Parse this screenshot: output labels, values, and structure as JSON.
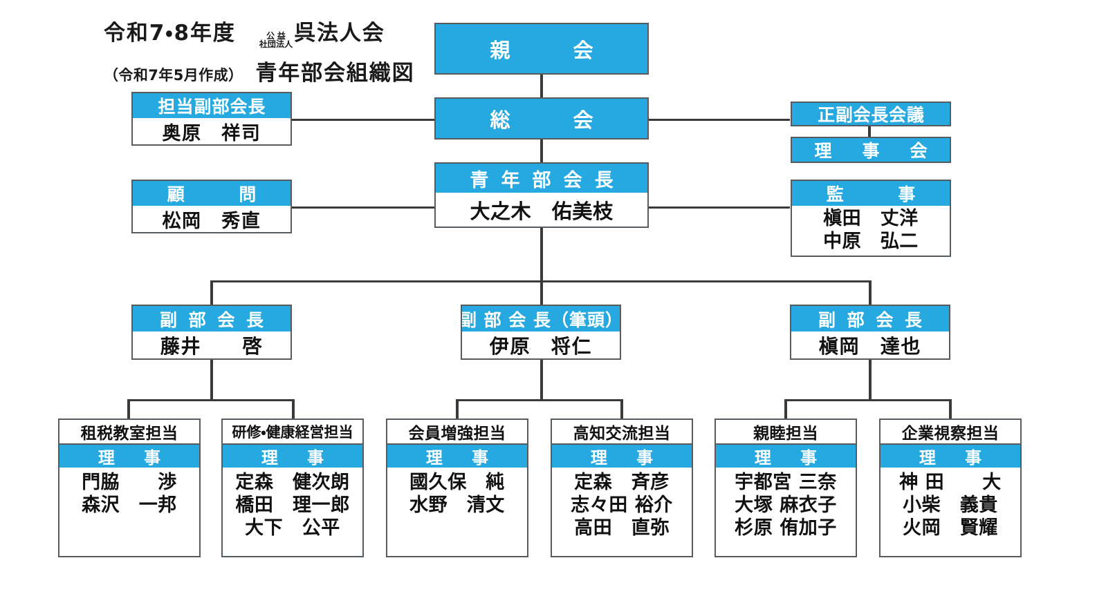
{
  "title": {
    "line1_main": "令和7・8年度",
    "org_ruby_top": "公益",
    "org_ruby_bottom": "社団法人",
    "org_name": "呉法人会",
    "line2_note": "（令和7年5月作成）",
    "line2_main": "青年部会組織図"
  },
  "colors": {
    "accent_blue": "#26a9e0",
    "border_gray": "#555b5e",
    "line_gray": "#3a3a3a",
    "text_black": "#111111",
    "header_text": "#ffffff"
  },
  "nodes": {
    "oyakai": {
      "header": "親　　会"
    },
    "soukai": {
      "header": "総　　会"
    },
    "seinenbukaicho": {
      "header": "青 年 部 会 長",
      "name": "大之木　佑美枝"
    },
    "tantou_fukubukaicho": {
      "header": "担当副部会長",
      "name": "奥原　祥司"
    },
    "komon": {
      "header": "顧　　問",
      "name": "松岡　秀直"
    },
    "seifuku_kaichou_kaigi": {
      "header": "正副会長会議"
    },
    "rijikai": {
      "header": "理　事　会"
    },
    "kanji": {
      "header": "監　　事",
      "names": [
        "槇田　丈洋",
        "中原　弘二"
      ]
    }
  },
  "vice_chairs": [
    {
      "header": "副 部 会 長",
      "name": "藤井　　啓"
    },
    {
      "header": "副 部 会 長（筆頭）",
      "name": "伊原　将仁"
    },
    {
      "header": "副 部 会 長",
      "name": "槇岡　達也"
    }
  ],
  "committees": [
    {
      "title": "租税教室担当",
      "role": "理　事",
      "members": [
        "門脇　　渉",
        "森沢　一邦"
      ]
    },
    {
      "title": "研修・健康経営担当",
      "role": "理　事",
      "members": [
        "定森　健次朗",
        "橋田　理一郎",
        "大下　公平"
      ]
    },
    {
      "title": "会員増強担当",
      "role": "理　事",
      "members": [
        "國久保　純",
        "水野　清文"
      ]
    },
    {
      "title": "高知交流担当",
      "role": "理　事",
      "members": [
        "定森　斉彦",
        "志々田 裕介",
        "高田　直弥"
      ]
    },
    {
      "title": "親睦担当",
      "role": "理　事",
      "members": [
        "宇都宮 三奈",
        "大塚 麻衣子",
        "杉原 侑加子"
      ]
    },
    {
      "title": "企業視察担当",
      "role": "理　事",
      "members": [
        "神 田　　大",
        "小柴　義貴",
        "火岡　賢耀"
      ]
    }
  ]
}
